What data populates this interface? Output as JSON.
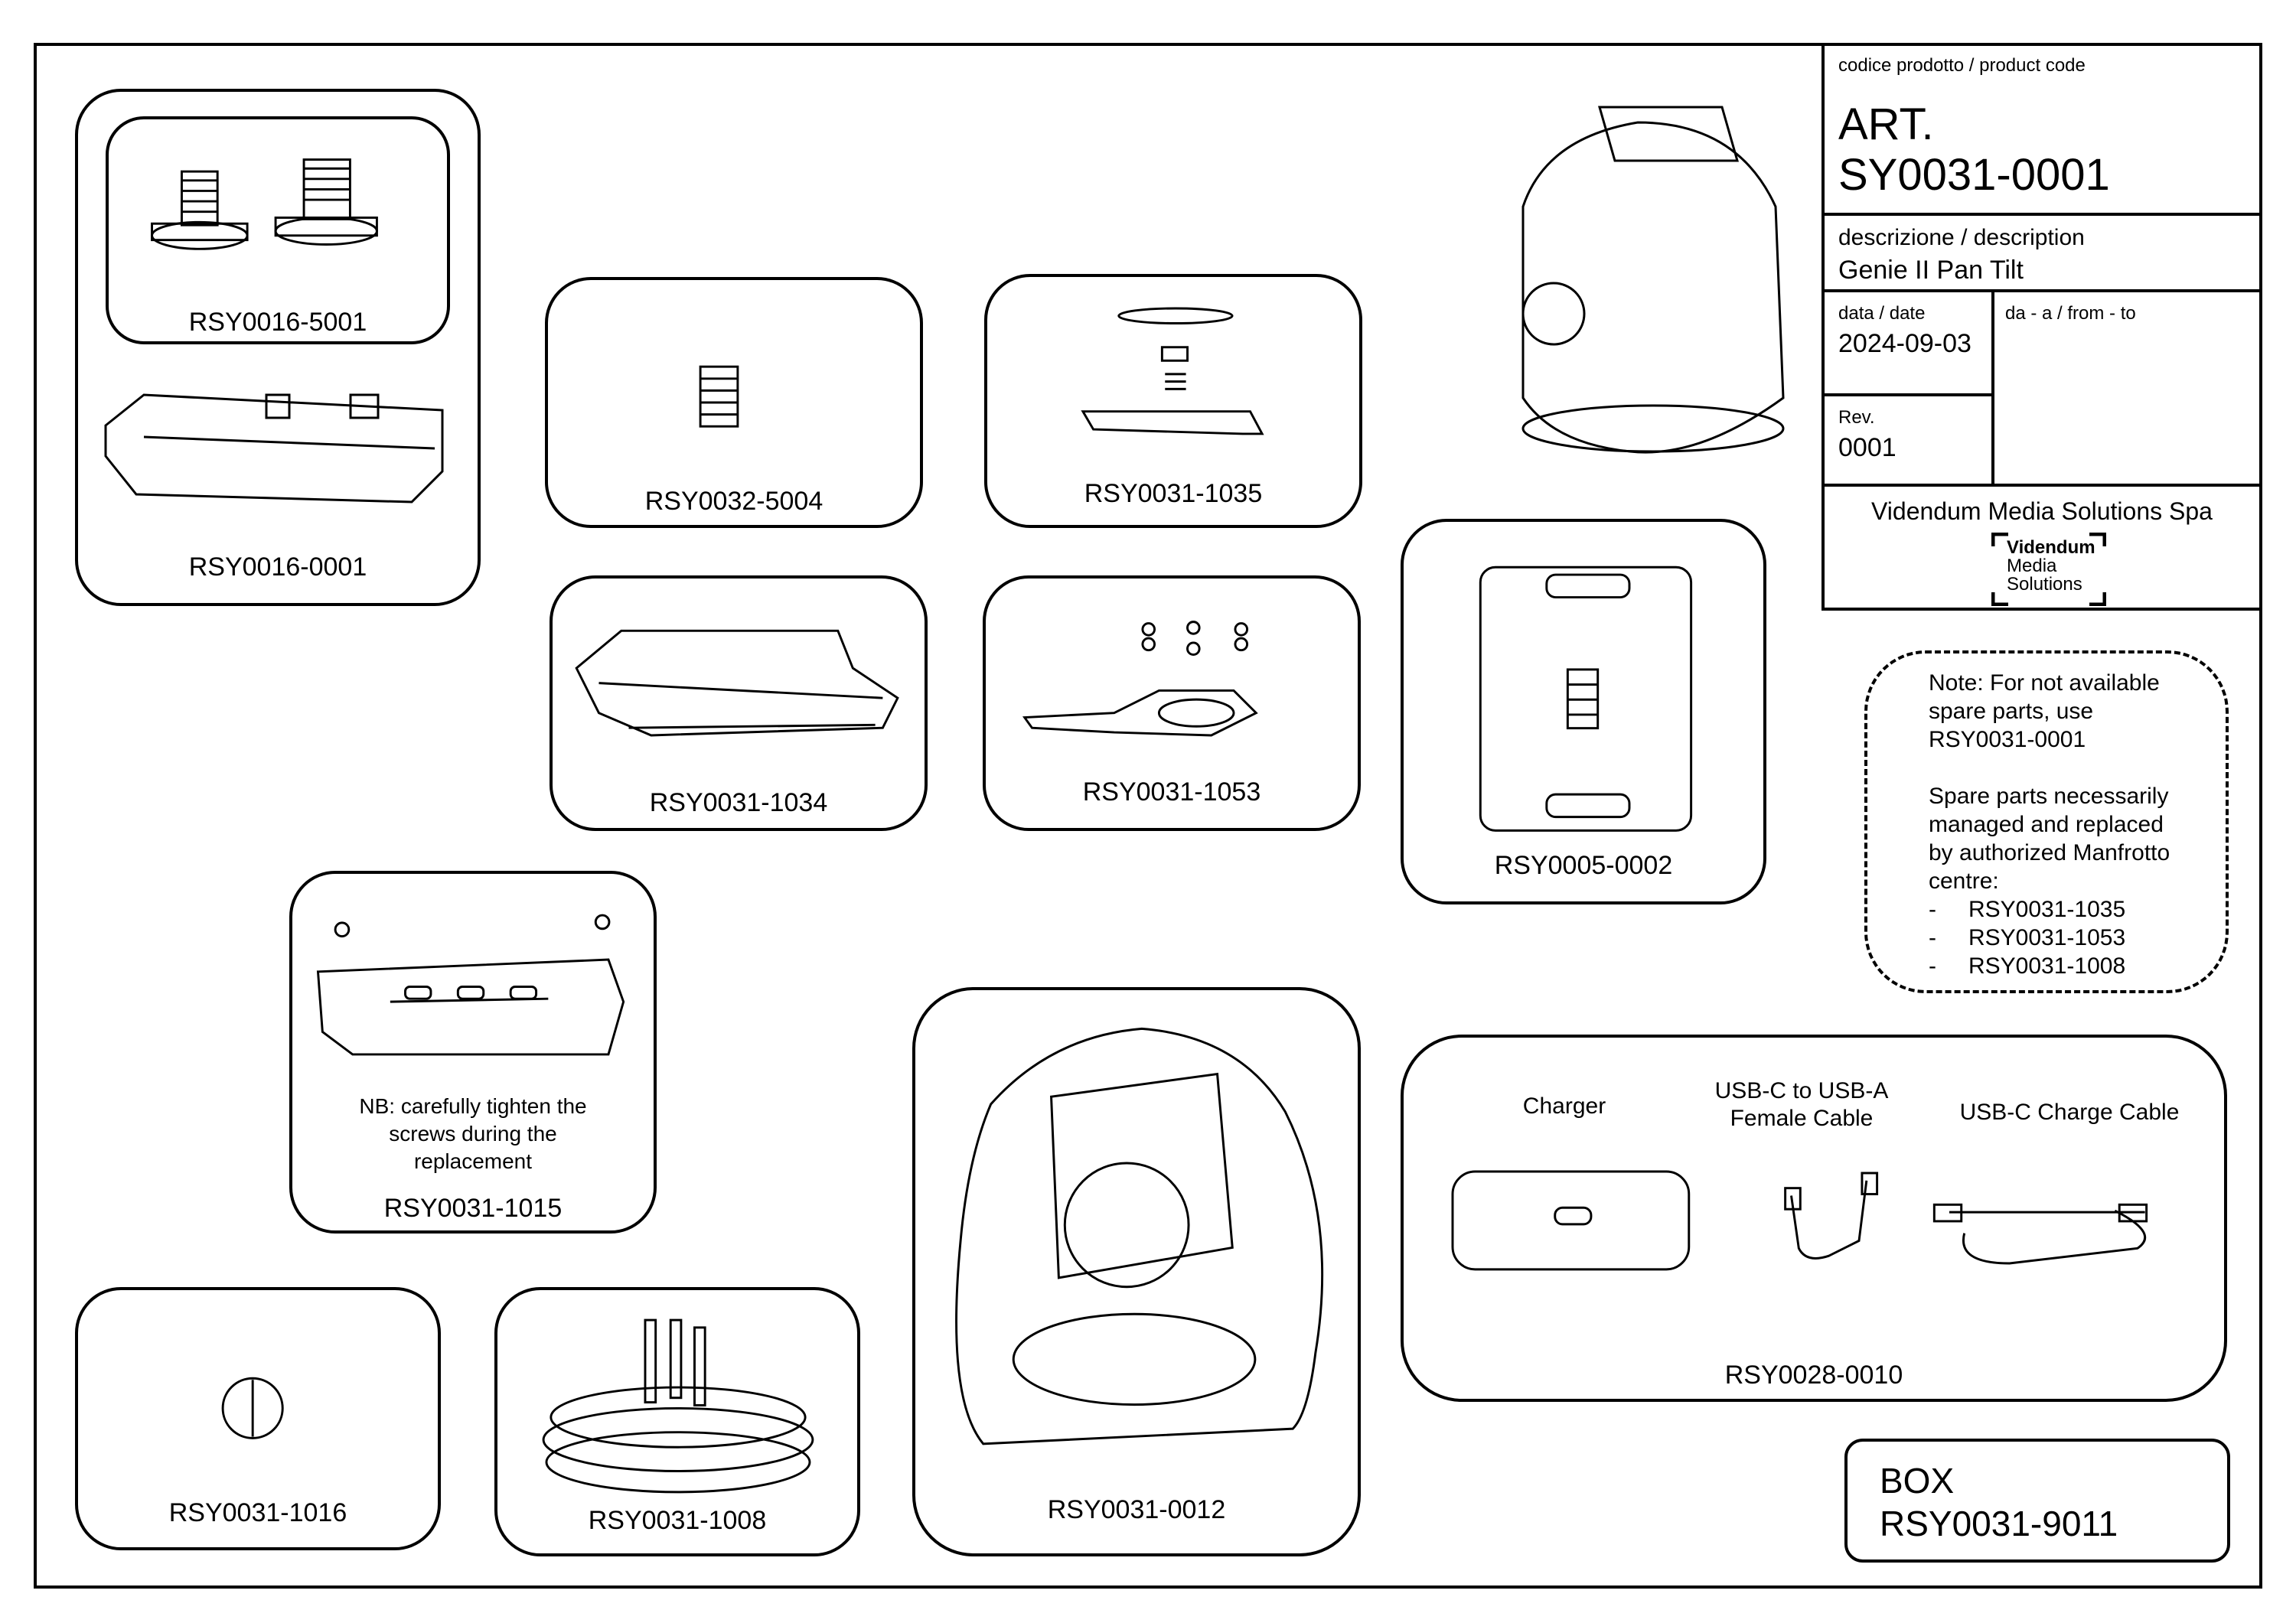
{
  "title_block": {
    "product_code_label": "codice prodotto / product code",
    "art_label": "ART.",
    "art_code": "SY0031-0001",
    "description_label": "descrizione / description",
    "description": "Genie II Pan Tilt",
    "date_label": "data / date",
    "date": "2024-09-03",
    "from_to_label": "da - a / from - to",
    "rev_label": "Rev.",
    "rev": "0001",
    "company": "Videndum Media Solutions Spa",
    "logo_text": [
      "Videndum",
      "Media",
      "Solutions"
    ]
  },
  "parts": {
    "rsy0016_5001": "RSY0016-5001",
    "rsy0016_0001": "RSY0016-0001",
    "rsy0032_5004": "RSY0032-5004",
    "rsy0031_1035": "RSY0031-1035",
    "rsy0031_1034": "RSY0031-1034",
    "rsy0031_1053": "RSY0031-1053",
    "rsy0005_0002": "RSY0005-0002",
    "rsy0031_1015": "RSY0031-1015",
    "rsy0031_1015_note": [
      "NB: carefully tighten the",
      "screws during the",
      "replacement"
    ],
    "rsy0031_1016": "RSY0031-1016",
    "rsy0031_1008": "RSY0031-1008",
    "rsy0031_0012": "RSY0031-0012",
    "rsy0028_0010": "RSY0028-0010",
    "charger_label": "Charger",
    "usb_adapter_label": [
      "USB-C to USB-A",
      "Female Cable"
    ],
    "charge_cable_label": "USB-C Charge Cable"
  },
  "note": {
    "line1": "Note: For not available",
    "line2": "spare parts, use",
    "line3": "RSY0031-0001",
    "line4": "Spare parts necessarily",
    "line5": "managed and replaced",
    "line6": "by authorized Manfrotto",
    "line7": "centre:",
    "items": [
      "RSY0031-1035",
      "RSY0031-1053",
      "RSY0031-1008"
    ]
  },
  "box": {
    "label": "BOX",
    "code": "RSY0031-9011"
  }
}
